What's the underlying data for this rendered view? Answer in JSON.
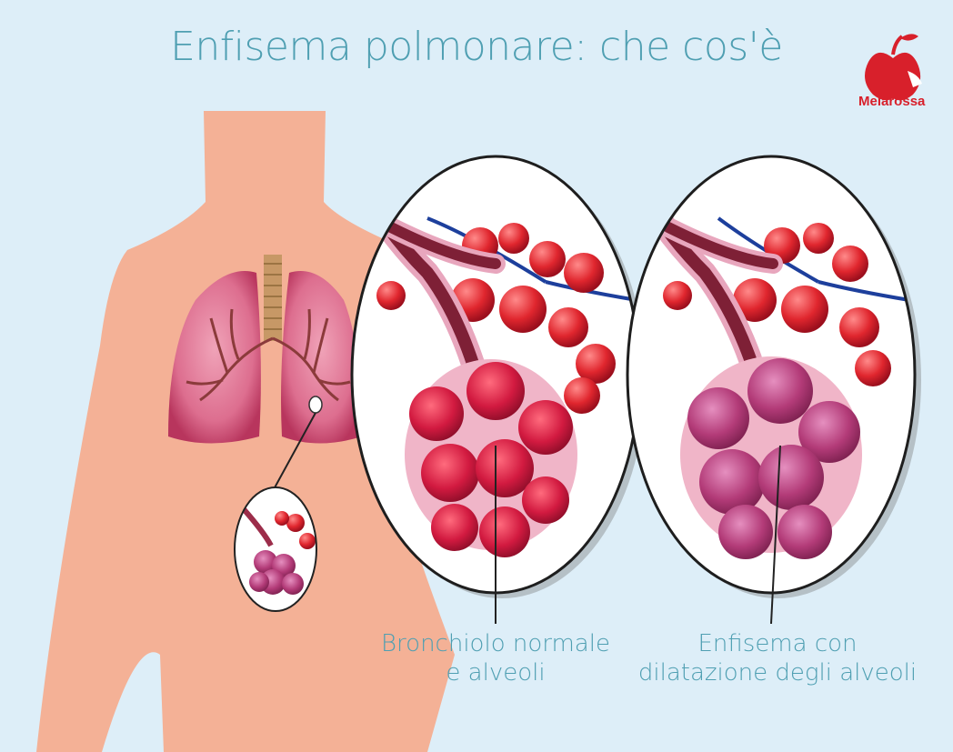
{
  "title": "Enfisema polmonare: che cos'è",
  "brand": {
    "name": "Melarossa",
    "color": "#d8202b"
  },
  "captions": {
    "normal": {
      "line1": "Bronchiolo normale",
      "line2": "e alveoli"
    },
    "emphysema": {
      "line1": "Enfisema con",
      "line2": "dilatazione degli alveoli"
    }
  },
  "colors": {
    "background": "#ddeef8",
    "title": "#4f9fb2",
    "skin": "#f4b196",
    "lung": "#d9567a",
    "normal_alveoli": "#c8183f",
    "emphysema_alveoli": "#b4336d"
  },
  "icons": {
    "logo": "apple-logo-icon",
    "body": "human-torso-icon",
    "lungs": "lungs-icon"
  }
}
